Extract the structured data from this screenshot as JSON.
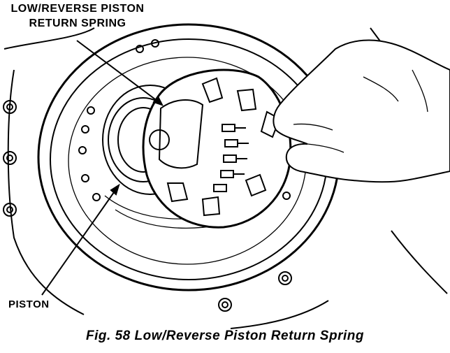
{
  "labels": {
    "return_spring": [
      "LOW/REVERSE PISTON",
      "RETURN SPRING"
    ],
    "piston": "PISTON"
  },
  "caption": "Fig. 58 Low/Reverse Piston Return Spring"
}
